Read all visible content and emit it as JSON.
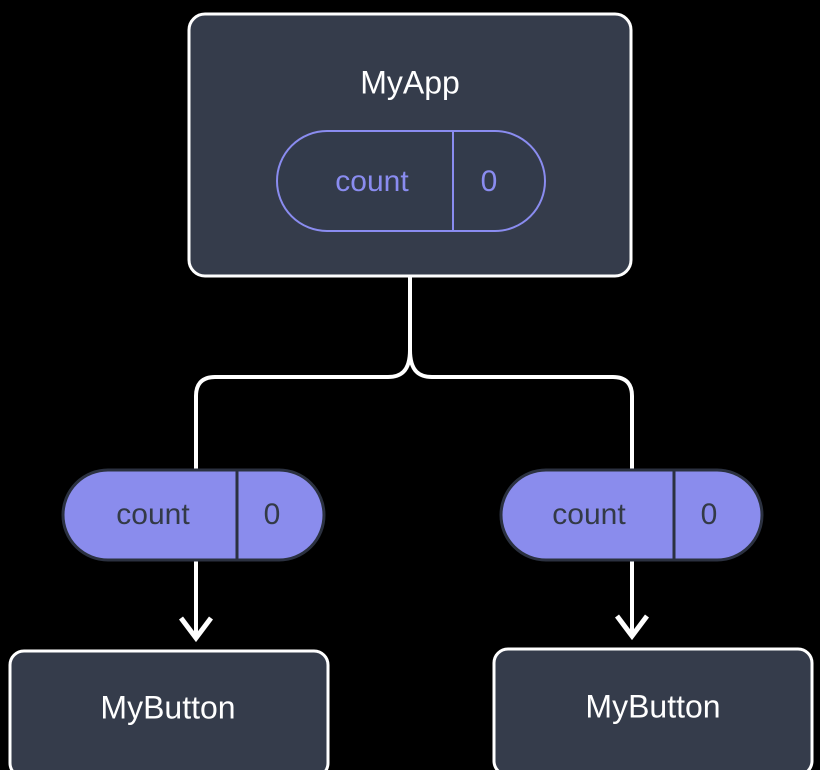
{
  "diagram": {
    "type": "component-state-tree",
    "background_color": "#000000",
    "edge_color": "#ffffff",
    "accent_color": "#8a8ced",
    "node_fill_color": "#353c4b",
    "node_text_color": "#ffffff"
  },
  "nodes": {
    "root": {
      "label": "MyApp",
      "state": {
        "key": "count",
        "value": "0",
        "style": "outlined"
      }
    },
    "children": [
      {
        "state": {
          "key": "count",
          "value": "0",
          "style": "filled"
        },
        "label": "MyButton"
      },
      {
        "state": {
          "key": "count",
          "value": "0",
          "style": "filled"
        },
        "label": "MyButton"
      }
    ]
  },
  "edges": [
    {
      "name": "root-to-left-branch",
      "arrow": false
    },
    {
      "name": "root-to-right-branch",
      "arrow": false
    },
    {
      "name": "left-state-to-left-button",
      "arrow": true
    },
    {
      "name": "right-state-to-right-button",
      "arrow": true
    }
  ]
}
